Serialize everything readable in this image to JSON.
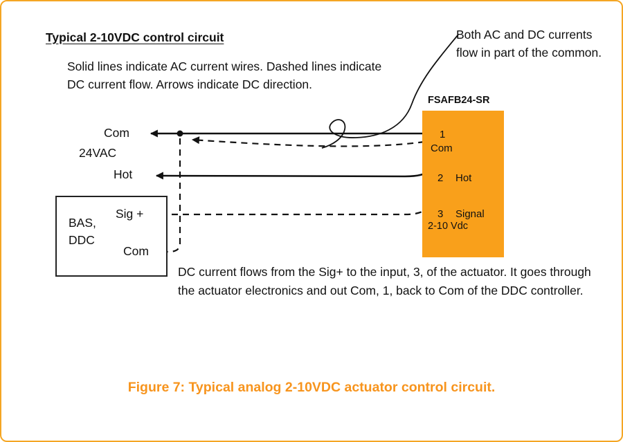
{
  "colors": {
    "page_border": "#F5A623",
    "box_orange": "#F9A01B",
    "accent_orange": "#F7941D"
  },
  "heading": "Typical 2-10VDC control circuit",
  "intro": "Solid lines indicate AC current wires. Dashed lines indicate DC current flow. Arrows indicate DC direction.",
  "note_top_right": "Both AC and DC currents flow in part of the common.",
  "actuator": {
    "label": "FSAFB24-SR",
    "pin1_num": "1",
    "pin1_name": "Com",
    "pin2_num": "2",
    "pin2_name": "Hot",
    "pin3_num": "3",
    "pin3_name": "Signal",
    "pin3_sub": "2-10 Vdc"
  },
  "left_labels": {
    "com": "Com",
    "vac": "24VAC",
    "hot": "Hot"
  },
  "controller": {
    "name_line1": "BAS,",
    "name_line2": "DDC",
    "sig": "Sig +",
    "com": "Com"
  },
  "body_text": "DC current flows from the Sig+ to the input, 3, of the actuator. It goes through the actuator electronics and out Com, 1, back to Com of the DDC controller.",
  "caption": "Figure 7: Typical analog 2-10VDC actuator control circuit."
}
